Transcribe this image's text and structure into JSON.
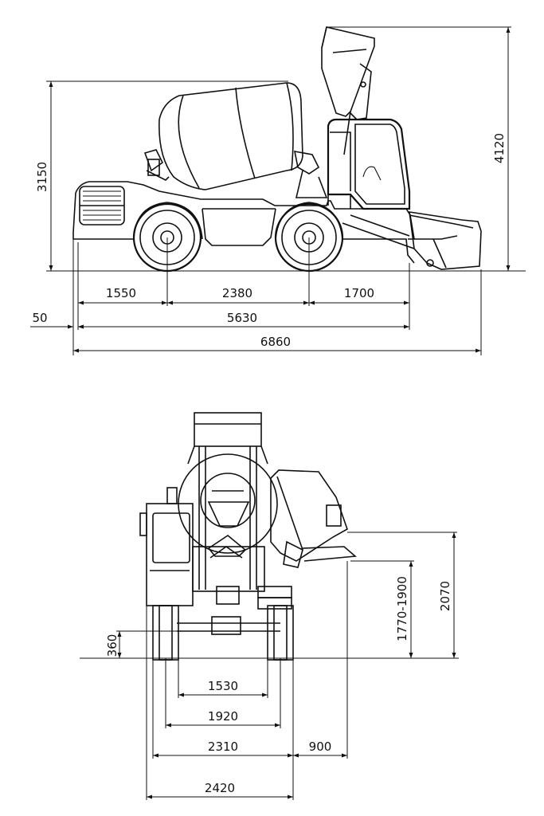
{
  "side_view": {
    "dims": {
      "height_drum": "3150",
      "height_total": "4120",
      "seg_front": "1550",
      "seg_wheelbase": "2380",
      "seg_rear": "1700",
      "offset": "50",
      "body_length": "5630",
      "total_length": "6860"
    }
  },
  "front_view": {
    "dims": {
      "ground_clearance": "360",
      "discharge_height_range": "1770-1900",
      "discharge_height_max": "2070",
      "track_inner": "1530",
      "track": "1920",
      "width_body": "2310",
      "chute_reach": "900",
      "width_total": "2420"
    }
  }
}
